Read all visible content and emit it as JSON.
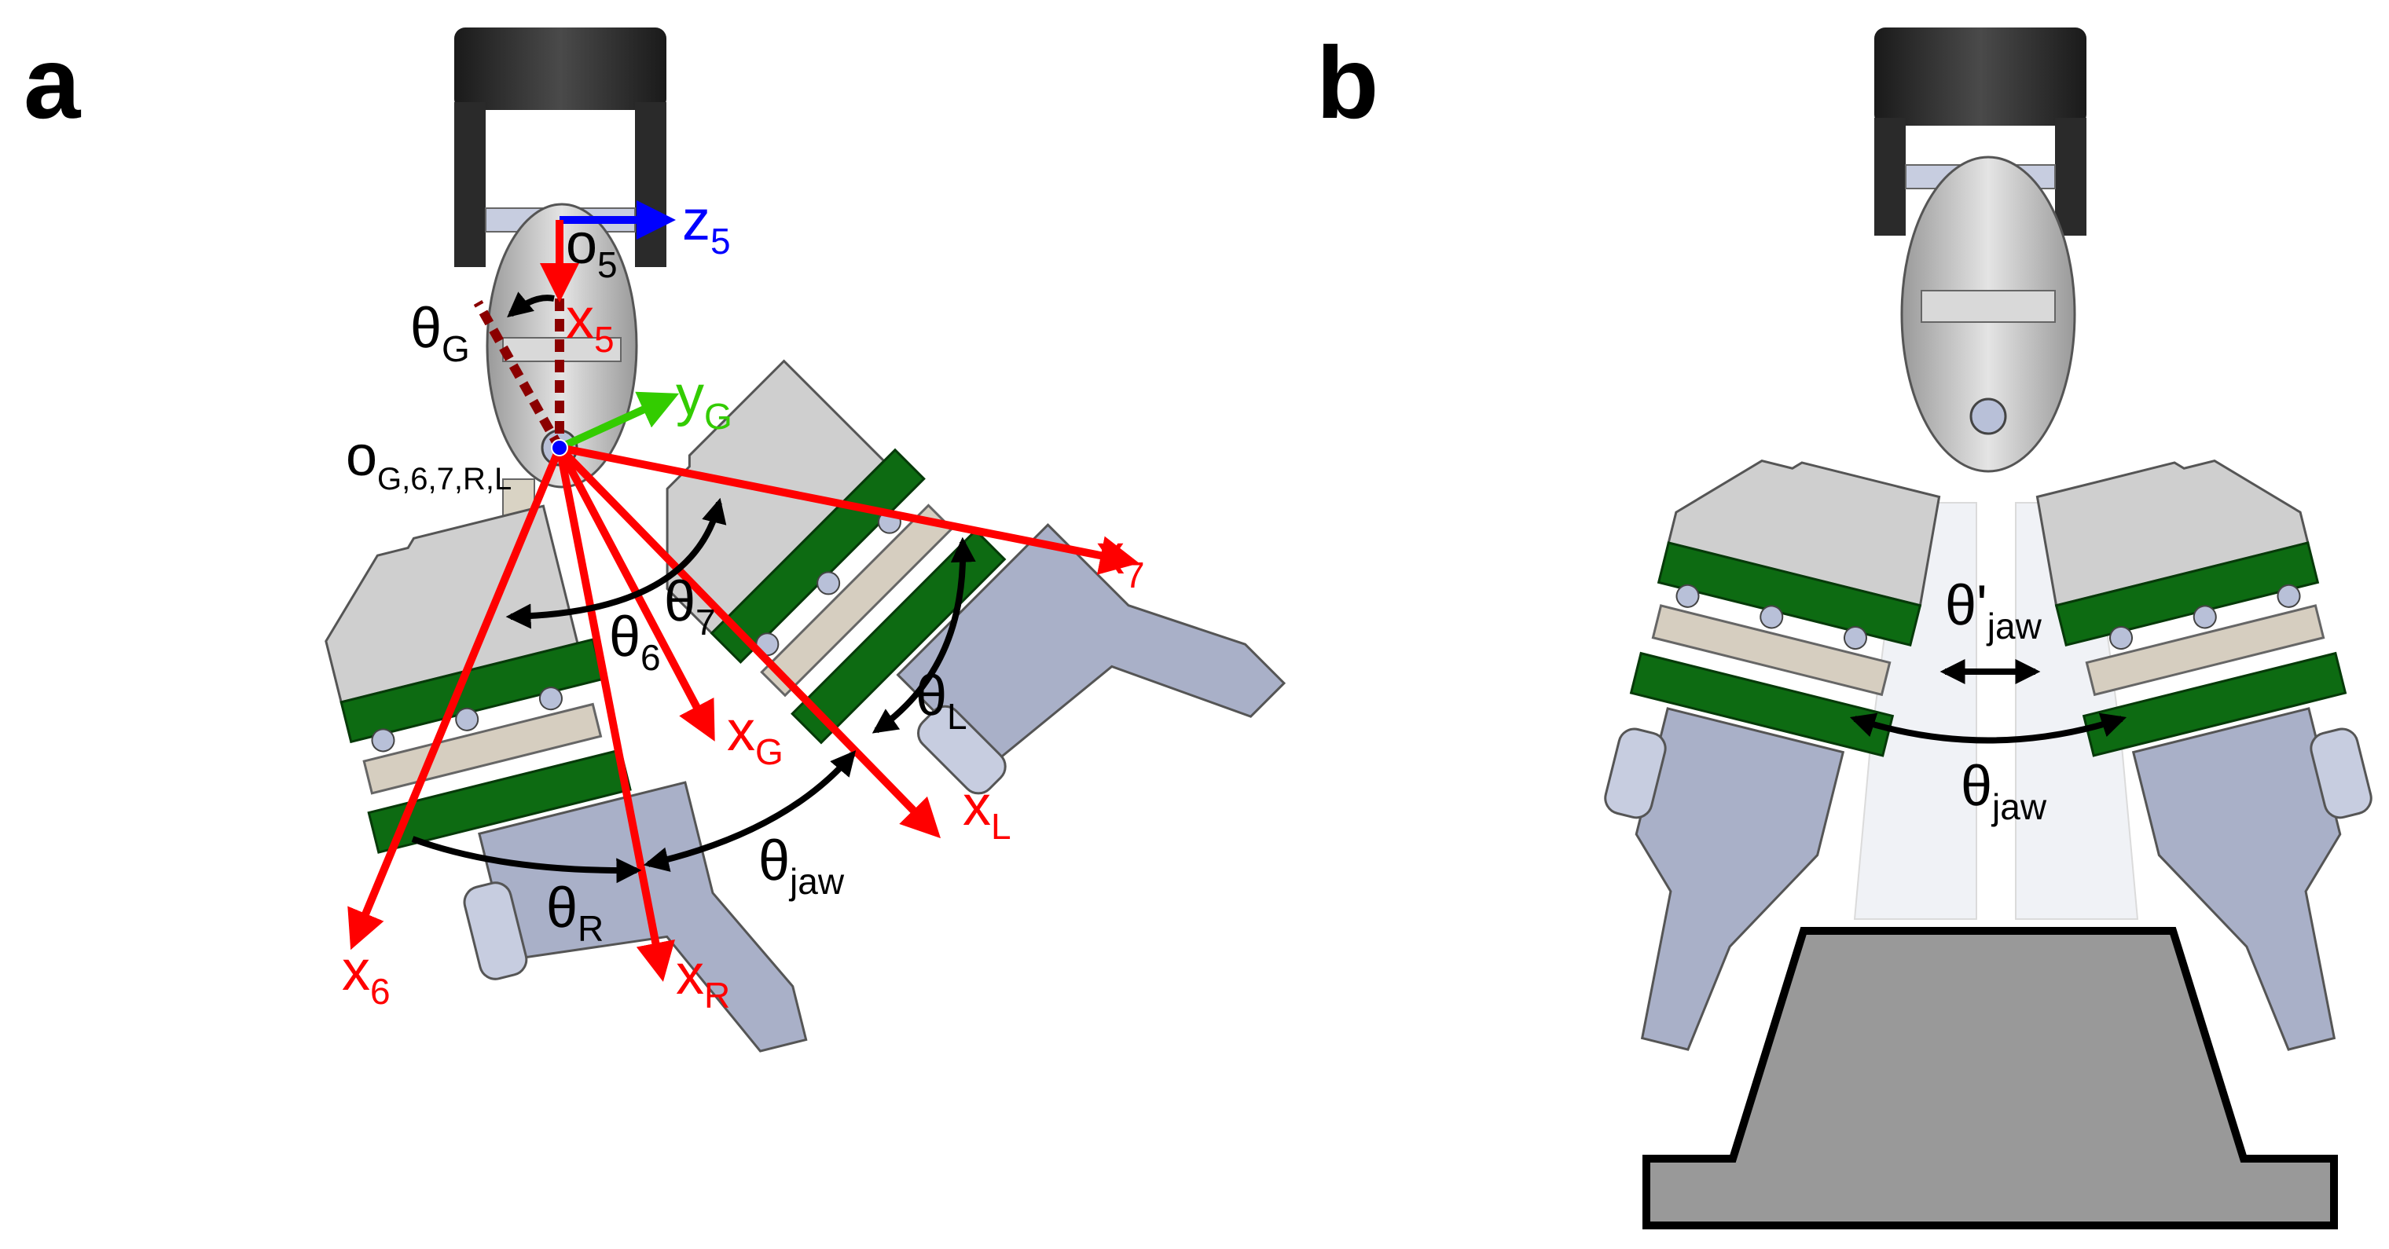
{
  "panels": {
    "a": {
      "letter": "a"
    },
    "b": {
      "letter": "b"
    }
  },
  "labels": {
    "z5": {
      "base": "z",
      "sub": "5"
    },
    "o5": {
      "base": "o",
      "sub": "5"
    },
    "x5": {
      "base": "x",
      "sub": "5"
    },
    "thetaG": {
      "base": "θ",
      "sub": "G"
    },
    "yG": {
      "base": "y",
      "sub": "G"
    },
    "oG": {
      "base": "o",
      "sub": "G,6,7,R,L"
    },
    "x7": {
      "base": "x",
      "sub": "7"
    },
    "theta7": {
      "base": "θ",
      "sub": "7"
    },
    "theta6": {
      "base": "θ",
      "sub": "6"
    },
    "xG": {
      "base": "x",
      "sub": "G"
    },
    "thetaL": {
      "base": "θ",
      "sub": "L"
    },
    "xL": {
      "base": "x",
      "sub": "L"
    },
    "thetaJaw": {
      "base": "θ",
      "sub": "jaw"
    },
    "thetaR": {
      "base": "θ",
      "sub": "R"
    },
    "x6": {
      "base": "x",
      "sub": "6"
    },
    "xR": {
      "base": "x",
      "sub": "R"
    },
    "thetaJawPrime": {
      "base": "θ'",
      "sub": "jaw"
    },
    "thetaJawB": {
      "base": "θ",
      "sub": "jaw"
    }
  },
  "colors": {
    "axis_x": "#ff0000",
    "axis_z": "#0000ff",
    "axis_y": "#33cc00",
    "arrow": "#000000",
    "pcb_green": "#0d6b12",
    "gripper_grey": "#a9b0c8",
    "housing": "#2b2b2b",
    "body": "#c8c8c8",
    "dash": "#8b0000",
    "object": "#999999"
  }
}
